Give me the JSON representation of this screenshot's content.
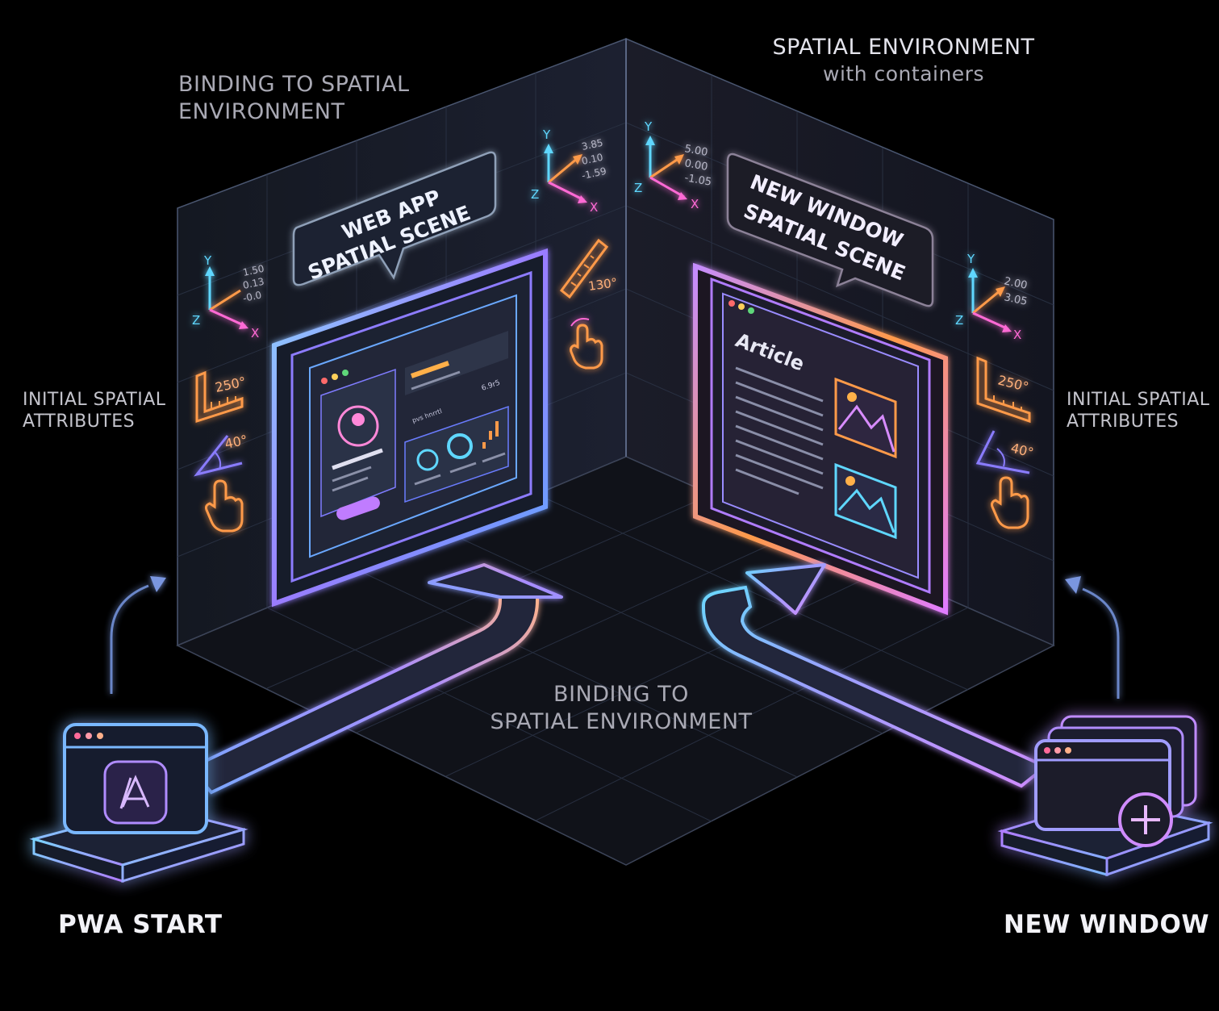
{
  "labels": {
    "binding_top": "BINDING TO SPATIAL ENVIRONMENT",
    "binding_top_line1": "BINDING TO SPATIAL",
    "binding_top_line2": "ENVIRONMENT",
    "spatial_env_title": "SPATIAL ENVIRONMENT",
    "spatial_env_sub": "with containers",
    "initial_left_line1": "INITIAL SPATIAL",
    "initial_left_line2": "ATTRIBUTES",
    "initial_right_line1": "INITIAL SPATIAL",
    "initial_right_line2": "ATTRIBUTES",
    "binding_bottom_line1": "BINDING TO",
    "binding_bottom_line2": "SPATIAL ENVIRONMENT",
    "pwa_start": "PWA START",
    "new_window": "NEW WINDOW"
  },
  "scenes": {
    "web_app_line1": "WEB APP",
    "web_app_line2": "SPATIAL SCENE",
    "new_window_line1": "NEW WINDOW",
    "new_window_line2": "SPATIAL SCENE",
    "article_title": "Article",
    "web_app_small_text_1": "6.9r5",
    "web_app_small_text_2": "pvs hnrrtl"
  },
  "axes": {
    "axis_y": "Y",
    "axis_x": "X",
    "axis_z": "Z",
    "left_wall_lower": [
      "1.50",
      "0.13",
      "-0.0"
    ],
    "left_wall_upper": [
      "3.85",
      "0.10",
      "-1.59"
    ],
    "right_wall_upper": [
      "5.00",
      "0.00",
      "-1.05"
    ],
    "right_wall_lower": [
      "2.00",
      "3.05"
    ]
  },
  "attributes": {
    "left_ruler": "250°",
    "left_angle": "40°",
    "right_ruler": "250°",
    "right_angle": "40°",
    "rotate": "130°"
  },
  "colors": {
    "cyan": "#5fd7ff",
    "purple": "#a07cff",
    "orange": "#ff9a4a",
    "pink": "#ff6ad5",
    "blue": "#6fa3ff",
    "gray_text": "#a9a9b4"
  }
}
